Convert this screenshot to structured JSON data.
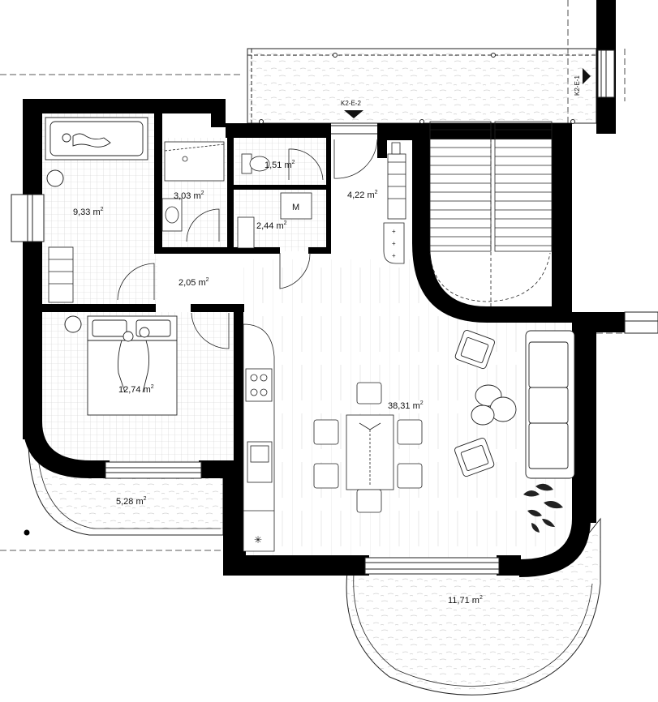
{
  "plan": {
    "rooms": [
      {
        "id": "bathroom-large",
        "area": "9,33",
        "unit": "m",
        "exp": "2"
      },
      {
        "id": "shower-room",
        "area": "3,03",
        "unit": "m",
        "exp": "2"
      },
      {
        "id": "wc",
        "area": "1,51",
        "unit": "m",
        "exp": "2"
      },
      {
        "id": "technical-room",
        "area": "2,44",
        "unit": "m",
        "exp": "2"
      },
      {
        "id": "entrance-hall",
        "area": "4,22",
        "unit": "m",
        "exp": "2"
      },
      {
        "id": "corridor",
        "area": "2,05",
        "unit": "m",
        "exp": "2"
      },
      {
        "id": "bedroom",
        "area": "12,74",
        "unit": "m",
        "exp": "2"
      },
      {
        "id": "living-room",
        "area": "38,31",
        "unit": "m",
        "exp": "2"
      },
      {
        "id": "balcony-left",
        "area": "5,28",
        "unit": "m",
        "exp": "2"
      },
      {
        "id": "terrace-bottom",
        "area": "11,71",
        "unit": "m",
        "exp": "2"
      }
    ],
    "washing_machine_label": "M",
    "section_marks": [
      {
        "id": "section-k2-e-2",
        "text": "K2-E-2"
      },
      {
        "id": "section-k2-e-1",
        "text": "K2-E-1"
      }
    ],
    "colors": {
      "wall": "#000000",
      "line": "#222222",
      "hatch": "#bdbdbd",
      "floor": "#d6d6d6"
    }
  }
}
